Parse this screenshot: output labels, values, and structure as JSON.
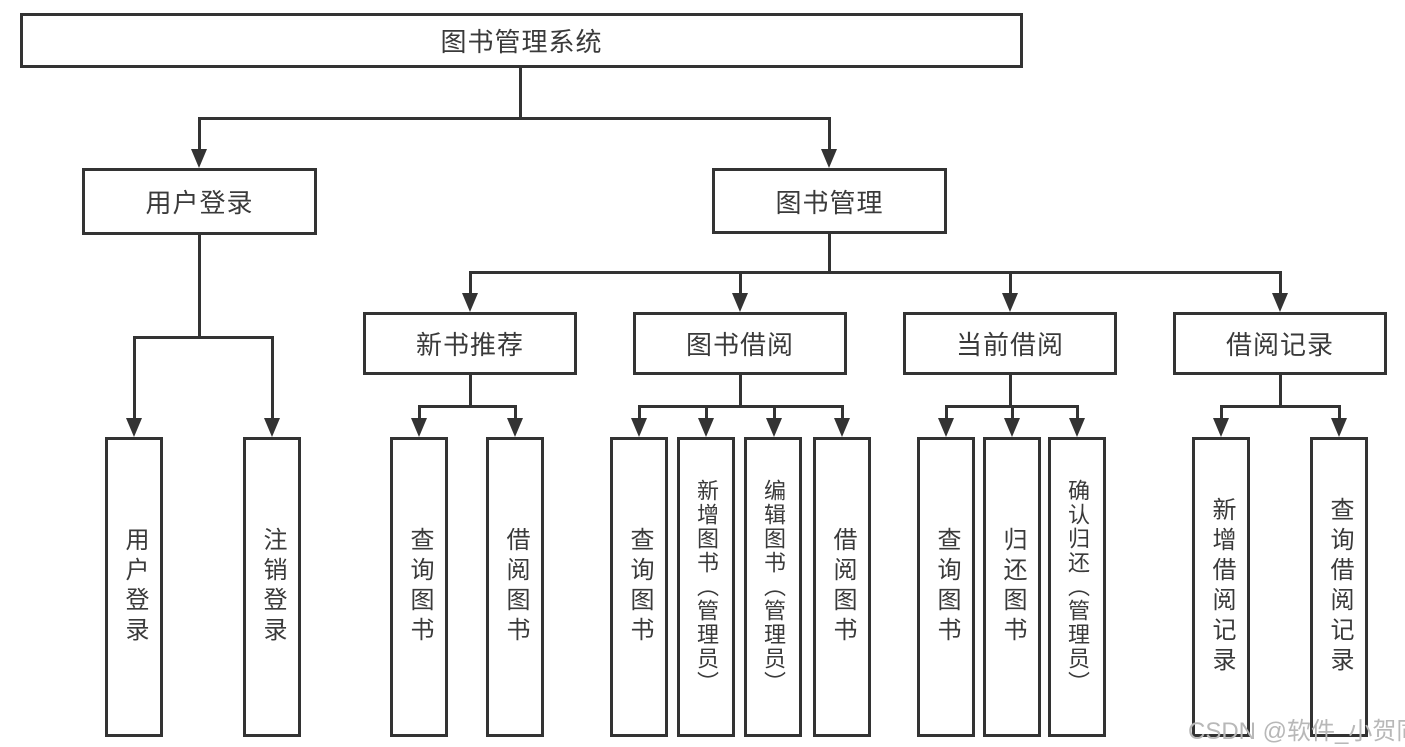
{
  "diagram": {
    "title": "图书管理系统",
    "colors": {
      "line": "#333333",
      "text": "#3a3a3a",
      "watermark": "#b8b8b8",
      "background": "#ffffff"
    },
    "tree": {
      "root": {
        "label": "图书管理系统"
      },
      "level2": [
        {
          "label": "用户登录"
        },
        {
          "label": "图书管理"
        }
      ],
      "level3": [
        {
          "label": "新书推荐"
        },
        {
          "label": "图书借阅"
        },
        {
          "label": "当前借阅"
        },
        {
          "label": "借阅记录"
        }
      ],
      "leaves": [
        {
          "label": "用户登录",
          "parent": "用户登录"
        },
        {
          "label": "注销登录",
          "parent": "用户登录"
        },
        {
          "label": "查询图书",
          "parent": "新书推荐"
        },
        {
          "label": "借阅图书",
          "parent": "新书推荐"
        },
        {
          "label": "查询图书",
          "parent": "图书借阅"
        },
        {
          "label": "新增图书（管理员）",
          "parent": "图书借阅"
        },
        {
          "label": "编辑图书（管理员）",
          "parent": "图书借阅"
        },
        {
          "label": "借阅图书",
          "parent": "图书借阅"
        },
        {
          "label": "查询图书",
          "parent": "当前借阅"
        },
        {
          "label": "归还图书",
          "parent": "当前借阅"
        },
        {
          "label": "确认归还（管理员）",
          "parent": "当前借阅"
        },
        {
          "label": "新增借阅记录",
          "parent": "借阅记录"
        },
        {
          "label": "查询借阅记录",
          "parent": "借阅记录"
        }
      ]
    },
    "watermark": {
      "text": "CSDN @软件_小贺同学"
    }
  }
}
